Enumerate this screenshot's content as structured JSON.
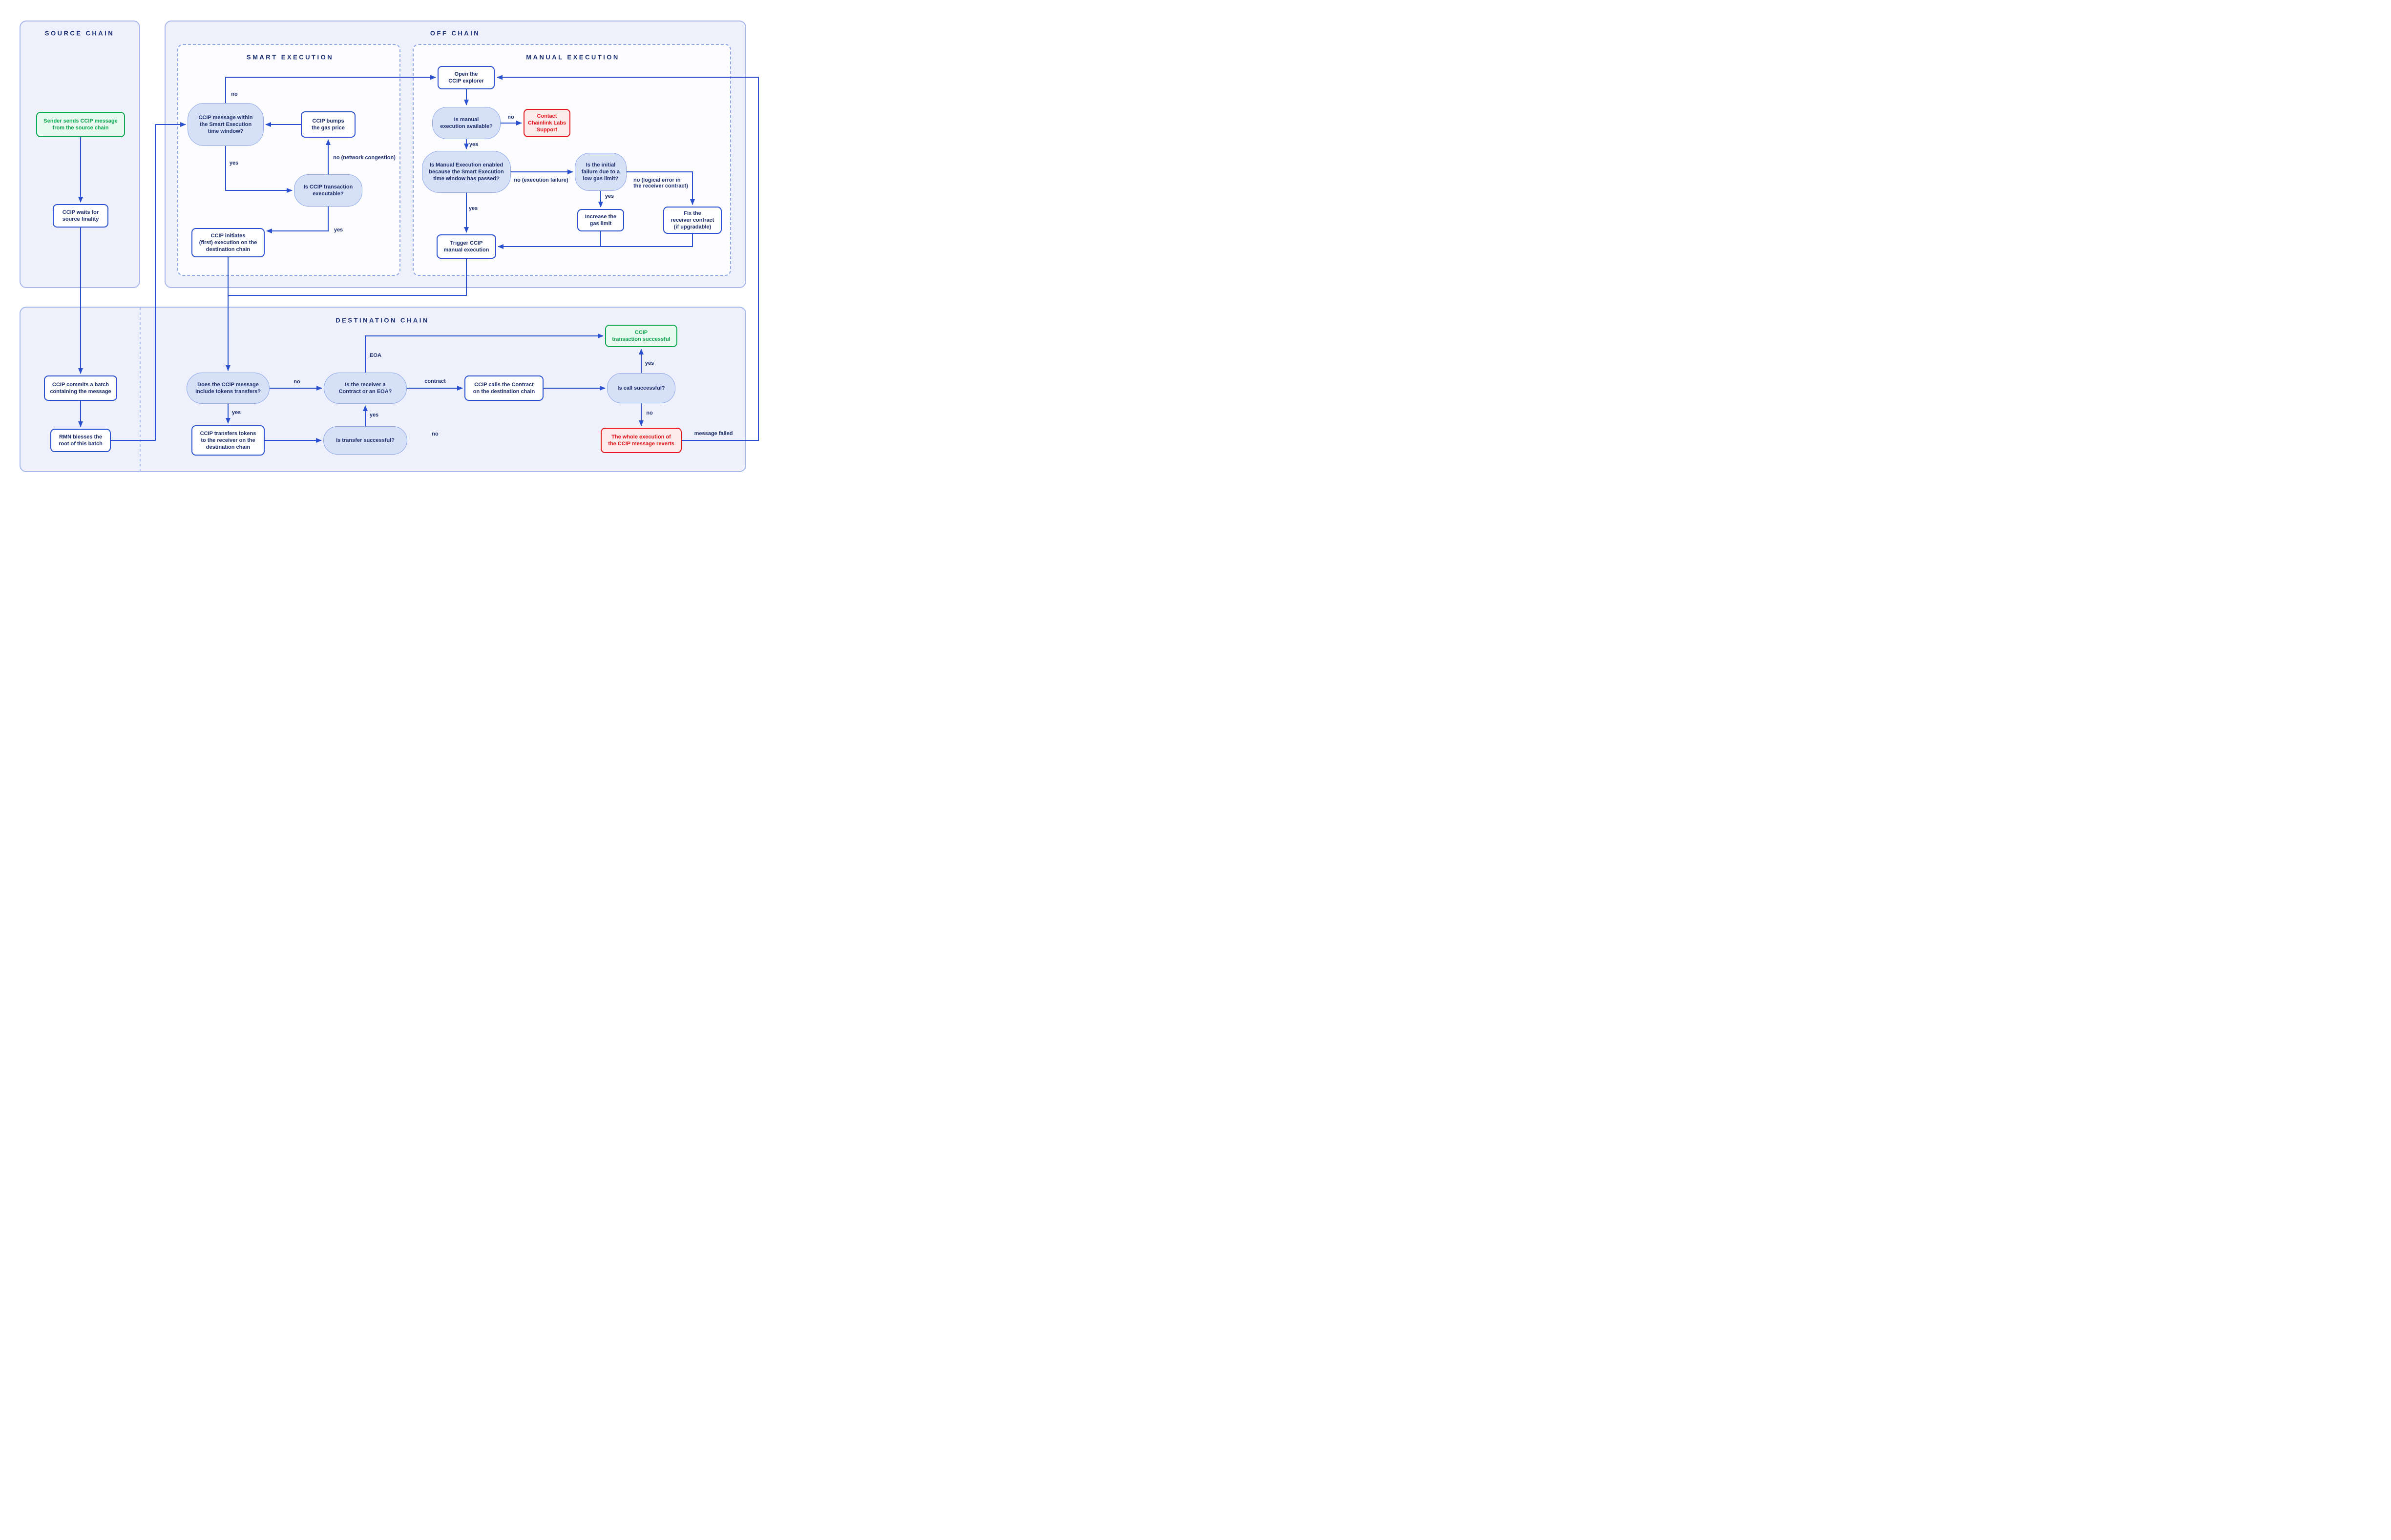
{
  "colors": {
    "line_accent": "#2b50cf",
    "text_navy": "#1d2f6e",
    "title_navy": "#1b3076",
    "panel_fill": "#eef1fb",
    "panel_border": "#a9b8ec",
    "subpanel_border": "#8ea6e4",
    "decision_fill": "#d6e0f7",
    "decision_border": "#8ba6e8",
    "success_green": "#0ca74f",
    "success_fill": "#e9fbf0",
    "error_red": "#e3171c",
    "error_fill": "#fdeaea"
  },
  "panels": {
    "source": {
      "title": "SOURCE CHAIN"
    },
    "off": {
      "title": "OFF CHAIN"
    },
    "smart": {
      "title": "SMART EXECUTION"
    },
    "manual": {
      "title": "MANUAL EXECUTION"
    },
    "dest": {
      "title": "DESTINATION CHAIN"
    }
  },
  "nodes": {
    "sender": {
      "label": "Sender sends CCIP message\nfrom the source chain"
    },
    "waits": {
      "label": "CCIP waits for\nsource finality"
    },
    "commits": {
      "label": "CCIP commits a batch\ncontaining the message"
    },
    "rmn": {
      "label": "RMN blesses the\nroot of this batch"
    },
    "msg_window": {
      "label": "CCIP message within\nthe Smart Execution\ntime window?"
    },
    "bumps": {
      "label": "CCIP bumps\nthe gas price"
    },
    "executable": {
      "label": "Is CCIP transaction\nexecutable?"
    },
    "initiates": {
      "label": "CCIP initiates\n(first) execution on the\ndestination chain"
    },
    "open_explorer": {
      "label": "Open the\nCCIP explorer"
    },
    "manual_avail": {
      "label": "Is manual\nexecution available?"
    },
    "contact": {
      "label": "Contact\nChainlink Labs\nSupport"
    },
    "manual_enabled": {
      "label": "Is Manual Execution enabled\nbecause the Smart Execution\ntime window has passed?"
    },
    "low_gas": {
      "label": "Is the initial\nfailure due to a\nlow gas limit?"
    },
    "increase_gas": {
      "label": "Increase the\ngas limit"
    },
    "fix_receiver": {
      "label": "Fix the\nreceiver contract\n(if upgradable)"
    },
    "trigger": {
      "label": "Trigger CCIP\nmanual execution"
    },
    "tokens_q": {
      "label": "Does the CCIP message\ninclude tokens transfers?"
    },
    "receiver_q": {
      "label": "Is the receiver a\nContract or an EOA?"
    },
    "calls_contract": {
      "label": "CCIP calls the Contract\non the destination chain"
    },
    "call_ok": {
      "label": "Is call successful?"
    },
    "success": {
      "label": "CCIP\ntransaction successful"
    },
    "transfers_tokens": {
      "label": "CCIP transfers tokens\nto the receiver on the\ndestination chain"
    },
    "transfer_ok": {
      "label": "Is transfer successful?"
    },
    "reverts": {
      "label": "The whole execution of\nthe CCIP message reverts"
    }
  },
  "edge_labels": {
    "smart_no": "no",
    "smart_yes": "yes",
    "congestion": "no (network congestion)",
    "executable_yes": "yes",
    "manual_avail_no": "no",
    "manual_avail_yes": "yes",
    "exec_failure": "no (execution failure)",
    "manual_enabled_yes": "yes",
    "low_gas_yes": "yes",
    "logical_error": "no (logical error in\nthe receiver contract)",
    "eoa": "EOA",
    "tokens_no": "no",
    "tokens_yes": "yes",
    "contract": "contract",
    "transfer_yes": "yes",
    "transfer_no": "no",
    "call_yes": "yes",
    "call_no": "no",
    "message_failed": "message failed"
  }
}
